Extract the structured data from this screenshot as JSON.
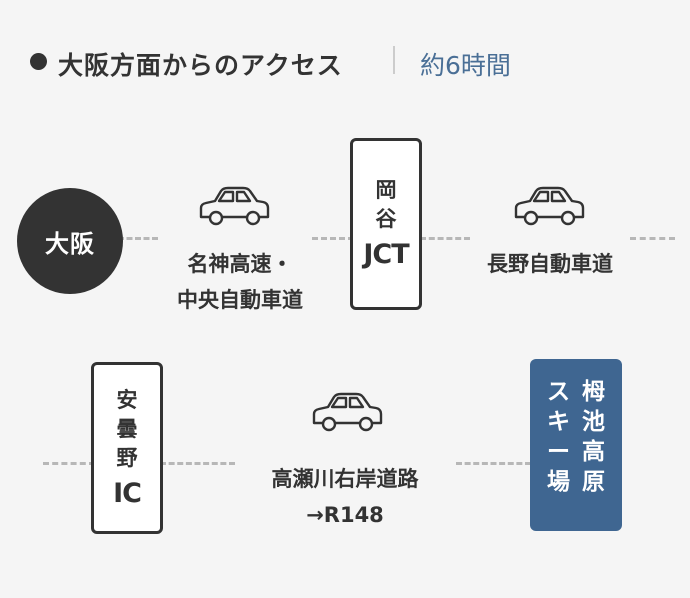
{
  "header": {
    "title": "大阪方面からのアクセス",
    "time": "約6時間"
  },
  "origin": {
    "label": "大阪"
  },
  "routes": {
    "r1": {
      "line1": "名神高速・",
      "line2": "中央自動車道"
    },
    "r2": {
      "label": "長野自動車道"
    },
    "r3": {
      "line1": "高瀬川右岸道路",
      "line2": "→R148"
    }
  },
  "junction1": {
    "chars": [
      "岡",
      "谷"
    ],
    "code": "JCT"
  },
  "junction2": {
    "chars": [
      "安",
      "曇",
      "野"
    ],
    "code": "IC"
  },
  "destination": {
    "col1": [
      "栂",
      "池",
      "高",
      "原"
    ],
    "col2": [
      "ス",
      "キ",
      "ー",
      "場"
    ]
  },
  "colors": {
    "dark": "#333333",
    "accent": "#3f6691",
    "time": "#4a6f96",
    "dash": "#b7b7b7"
  },
  "icons": {
    "car": "car-icon",
    "bullet": "bullet-icon"
  }
}
